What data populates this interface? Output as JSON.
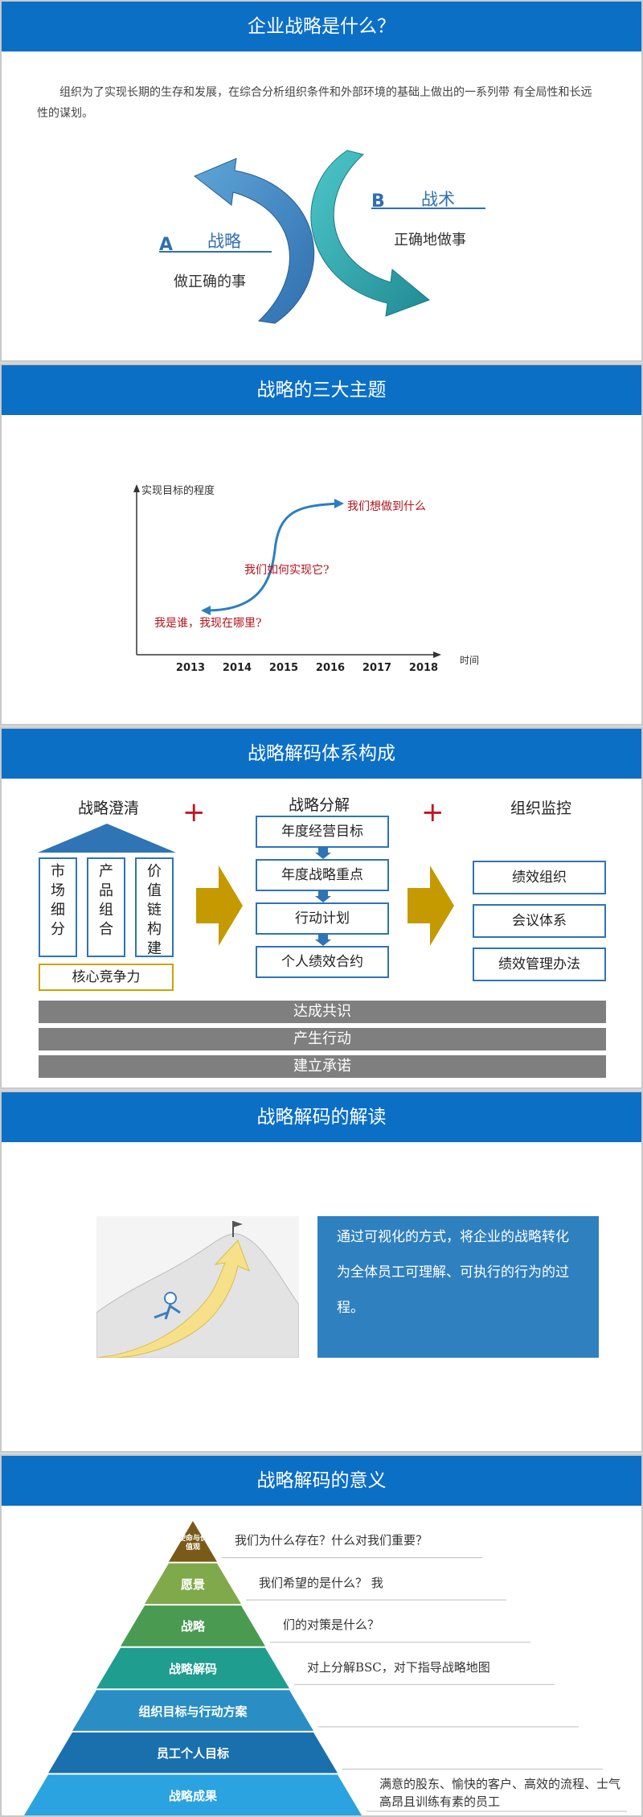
{
  "slide1": {
    "title": "企业战略是什么？",
    "intro": "组织为了实现长期的生存和发展，在综合分析组织条件和外部环境的基础上做出的一系列带 有全局性和长远性的谋划。",
    "a_letter": "A",
    "a_title": "战略",
    "a_desc": "做正确的事",
    "b_letter": "B",
    "b_title": "战术",
    "b_desc": "正确地做事"
  },
  "slide2": {
    "title": "战略的三大主题",
    "chart_data": {
      "type": "line",
      "ylabel": "实现目标的程度",
      "xlabel": "时间",
      "categories": [
        "2013",
        "2014",
        "2015",
        "2016",
        "2017",
        "2018"
      ],
      "annotations": [
        "我们想做到什么",
        "我们如何实现它?",
        "我是谁，我现在哪里?"
      ]
    }
  },
  "slide3": {
    "title": "战略解码体系构成",
    "col1_title": "战略澄清",
    "col1_items": [
      "市场细分",
      "产品组合",
      "价值链构建"
    ],
    "col1_core": "核心竞争力",
    "col2_title": "战略分解",
    "col2_items": [
      "年度经营目标",
      "年度战略重点",
      "行动计划",
      "个人绩效合约"
    ],
    "col3_title": "组织监控",
    "col3_items": [
      "绩效组织",
      "会议体系",
      "绩效管理办法"
    ],
    "bars": [
      "达成共识",
      "产生行动",
      "建立承诺"
    ],
    "plus": "+"
  },
  "slide4": {
    "title": "战略解码的解读",
    "text": "通过可视化的方式，将企业的战略转化为全体员工可理解、可执行的行为的过程。"
  },
  "slide5": {
    "title": "战略解码的意义",
    "levels": [
      {
        "label": "使命与价值观",
        "text": "我们为什么存在？什么对我们重要？",
        "color": "#7a5a18"
      },
      {
        "label": "愿景",
        "text": "我们希望的是什么？ 我",
        "color": "#7fa94a"
      },
      {
        "label": "战略",
        "text": "们的对策是什么？",
        "color": "#4a9a52"
      },
      {
        "label": "战略解码",
        "text": "对上分解BSC，对下指导战略地图",
        "color": "#1f9d8f"
      },
      {
        "label": "组织目标与行动方案",
        "text": "",
        "color": "#2a8ec4"
      },
      {
        "label": "员工个人目标",
        "text": "",
        "color": "#1a6fad"
      },
      {
        "label": "战略成果",
        "text": "满意的股东、愉快的客户、高效的流程、士气高昂且训练有素的员工",
        "color": "#2aa3e0"
      }
    ]
  }
}
